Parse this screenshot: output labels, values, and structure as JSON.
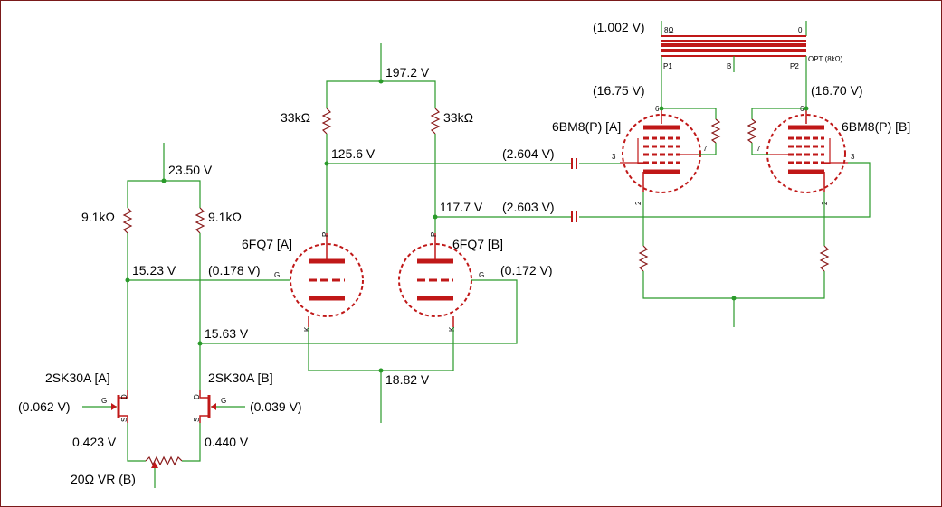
{
  "colors": {
    "wire": "#2a9a2a",
    "component": "#c01818",
    "frame": "#7a1a1a",
    "text": "#000000"
  },
  "labels": {
    "v_opt_secondary": "(1.002 V)",
    "opt_tap_8": "8Ω",
    "opt_tap_0": "0",
    "opt_name": "OPT (8kΩ)",
    "opt_p1": "P1",
    "opt_b": "B",
    "opt_p2": "P2",
    "v_screen_a": "(16.75 V)",
    "v_screen_b": "(16.70 V)",
    "tube_a_out": "6BM8(P) [A]",
    "tube_b_out": "6BM8(P) [B]",
    "v_b_plus": "197.2 V",
    "r_plate_a": "33kΩ",
    "r_plate_b": "33kΩ",
    "v_plate_a": "125.6 V",
    "v_plate_b": "117.7 V",
    "v_grid_out_a": "(2.604 V)",
    "v_grid_out_b": "(2.603 V)",
    "tube_a_drv": "6FQ7 [A]",
    "tube_b_drv": "6FQ7 [B]",
    "v_grid_drv_a": "(0.178 V)",
    "v_grid_drv_b": "(0.172 V)",
    "v_cathode_drv": "18.82 V",
    "v_fet_supply": "23.50 V",
    "r_fet_a": "9.1kΩ",
    "r_fet_b": "9.1kΩ",
    "v_fet_drain_a": "15.23 V",
    "v_fet_drain_b": "15.63 V",
    "fet_a": "2SK30A [A]",
    "fet_b": "2SK30A [B]",
    "v_fet_gate_a": "(0.062 V)",
    "v_fet_gate_b": "(0.039 V)",
    "v_fet_source_a": "0.423 V",
    "v_fet_source_b": "0.440 V",
    "vr": "20Ω VR (B)",
    "pin_p": "P",
    "pin_g": "G",
    "pin_k": "K",
    "pin_d": "D",
    "pin_s": "S",
    "pin_6": "6",
    "pin_7": "7",
    "pin_3": "3",
    "pin_2": "2"
  }
}
